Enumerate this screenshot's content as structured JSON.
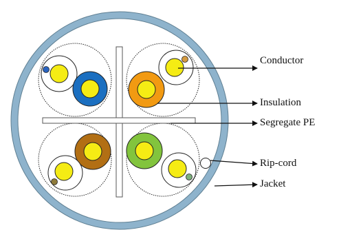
{
  "labels": {
    "conductor": "Conductor",
    "insulation": "Insulation",
    "segregate": "Segregate PE",
    "ripcord": "Rip-cord",
    "jacket": "Jacket"
  },
  "colors": {
    "jacket": "#8eb3cc",
    "pair_blue": "#1b6fc0",
    "pair_orange": "#f29a12",
    "pair_brown": "#b26f14",
    "pair_green": "#82c43d",
    "conductor": "#f5ec14",
    "white_stripe_blue": "#2a64c0",
    "white_stripe_orange": "#d49a40",
    "white_stripe_brown": "#8e7a3a",
    "white_stripe_green": "#7cb07c",
    "separator": "#ffffff"
  }
}
